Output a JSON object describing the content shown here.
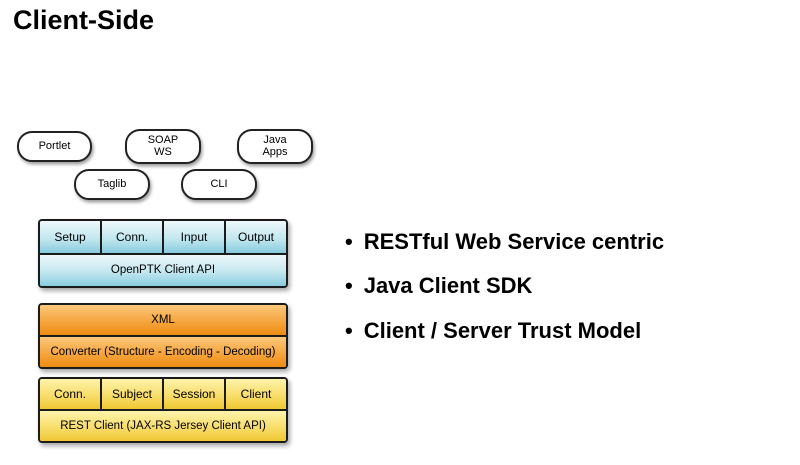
{
  "title": "Client-Side",
  "diagram": {
    "pills": [
      {
        "name": "portlet",
        "lines": [
          "Portlet"
        ]
      },
      {
        "name": "soap-ws",
        "lines": [
          "SOAP",
          "WS"
        ]
      },
      {
        "name": "java-apps",
        "lines": [
          "Java",
          "Apps"
        ]
      },
      {
        "name": "taglib",
        "lines": [
          "Taglib"
        ]
      },
      {
        "name": "cli",
        "lines": [
          "CLI"
        ]
      }
    ],
    "client_stack": {
      "cells": [
        "Setup",
        "Conn.",
        "Input",
        "Output"
      ],
      "bar": "OpenPTK Client API"
    },
    "converter_stack": {
      "rows": [
        "XML",
        "Converter (Structure - Encoding - Decoding)"
      ]
    },
    "rest_stack": {
      "cells": [
        "Conn.",
        "Subject",
        "Session",
        "Client"
      ],
      "bar": "REST Client (JAX-RS Jersey Client API)"
    }
  },
  "bullets": [
    "RESTful Web Service centric",
    "Java Client SDK",
    "Client / Server Trust Model"
  ],
  "colors": {
    "background": "#ffffff",
    "text": "#000000",
    "stack_border": "#1b1b1b",
    "blue_top": "#edf8fa",
    "blue_bottom": "#93d1e2",
    "orange_top": "#fcc87c",
    "orange_bottom": "#ee8d13",
    "yellow_top": "#fdf3ab",
    "yellow_bottom": "#f0c833"
  }
}
